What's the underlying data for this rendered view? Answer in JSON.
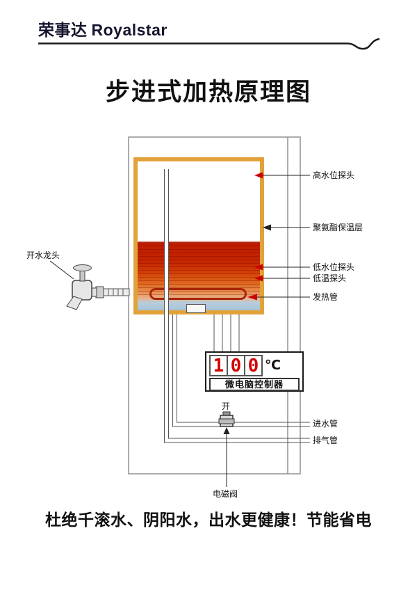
{
  "header": {
    "brand_cn": "荣事达",
    "brand_en": "Royalstar"
  },
  "title": "步进式加热原理图",
  "diagram": {
    "faucet_label": "开水龙头",
    "valve_state_label": "开",
    "valve_label": "电磁阀",
    "callouts_right": [
      {
        "id": "high-water-probe",
        "label": "高水位探头"
      },
      {
        "id": "insulation-layer",
        "label": "聚氨酯保温层"
      },
      {
        "id": "low-water-probe",
        "label": "低水位探头"
      },
      {
        "id": "low-temp-probe",
        "label": "低温探头"
      },
      {
        "id": "heating-tube",
        "label": "发热管"
      },
      {
        "id": "inlet-pipe",
        "label": "进水管"
      },
      {
        "id": "exhaust-pipe",
        "label": "排气管"
      }
    ],
    "controller": {
      "digits": [
        "1",
        "0",
        "0"
      ],
      "unit": "℃",
      "label": "微电脑控制器"
    }
  },
  "slogan": "杜绝千滚水、阴阳水，出水更健康！节能省电",
  "colors": {
    "insulation_border": "#e2a23a",
    "hot_water": "#c52700",
    "warm_water": "#e16a1f",
    "cool_water": "#a5c3d5",
    "digit_red": "#d40000",
    "probe_arrow_red": "#cc0000"
  }
}
